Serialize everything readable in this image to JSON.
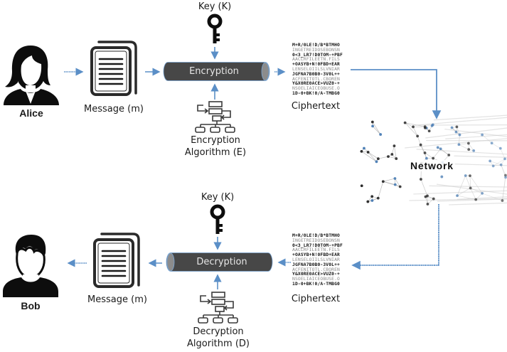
{
  "diagram": {
    "title": "Symmetric encryption flow between Alice and Bob over a network",
    "colors": {
      "arrow": "#5b8fc7",
      "cylinder": "#474747",
      "cylinder_end": "#8c8c8c",
      "icon": "#111111",
      "network_node_blue": "#4a7db5",
      "network_node_dark": "#2b2b2b",
      "network_line": "#9a9a9a"
    },
    "sender": {
      "name": "Alice",
      "icon": "female-user-icon"
    },
    "receiver": {
      "name": "Bob",
      "icon": "male-user-icon"
    },
    "encryption": {
      "message_label": "Message (m)",
      "key_label": "Key (K)",
      "process_label": "Encryption",
      "algorithm_label_line1": "Encryption",
      "algorithm_label_line2": "Algorithm (E)",
      "ciphertext_label": "Ciphertext"
    },
    "decryption": {
      "message_label": "Message (m)",
      "key_label": "Key (K)",
      "process_label": "Decryption",
      "algorithm_label_line1": "Decryption",
      "algorithm_label_line2": "Algorithm (D)",
      "ciphertext_label": "Ciphertext"
    },
    "network": {
      "label": "Network",
      "icon": "network-mesh-icon"
    },
    "ciphertext_lines": [
      {
        "text": "M+R/0LE!D/B*BTMHO",
        "style": "b"
      },
      {
        "text": "INGETREIDOSEBONSN",
        "style": "g"
      },
      {
        "text": "0<3_LR7!D0TOM-+PBF",
        "style": "b"
      },
      {
        "text": "AACLRFILEETN.FILS",
        "style": "g"
      },
      {
        "text": "+OASYB+N!0FBD+EAR",
        "style": "b"
      },
      {
        "text": "LENSELOIILSLVNIAR",
        "style": "g"
      },
      {
        "text": "JGFNA7B0B0-3V0L++",
        "style": "b"
      },
      {
        "text": "ACFENITOTL.CBOREN",
        "style": "g"
      },
      {
        "text": "Y&X0RE0ACE>VUZ0-+",
        "style": "b"
      },
      {
        "text": "NSOELIAICEOBUSE.O",
        "style": "g"
      },
      {
        "text": "1D-0+BK!0/A-TMBG0",
        "style": "b"
      }
    ]
  }
}
